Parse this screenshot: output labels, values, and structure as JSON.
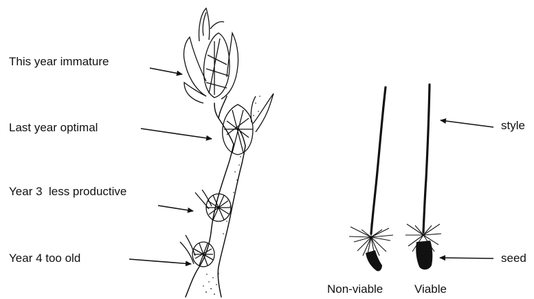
{
  "labels": {
    "immature": "This year immature",
    "optimal": "Last year optimal",
    "year3": "Year 3  less productive",
    "year4": "Year 4 too old",
    "style": "style",
    "seed": "seed",
    "non_viable": "Non-viable",
    "viable": "Viable"
  },
  "colors": {
    "ink": "#111111",
    "background": "#ffffff"
  }
}
